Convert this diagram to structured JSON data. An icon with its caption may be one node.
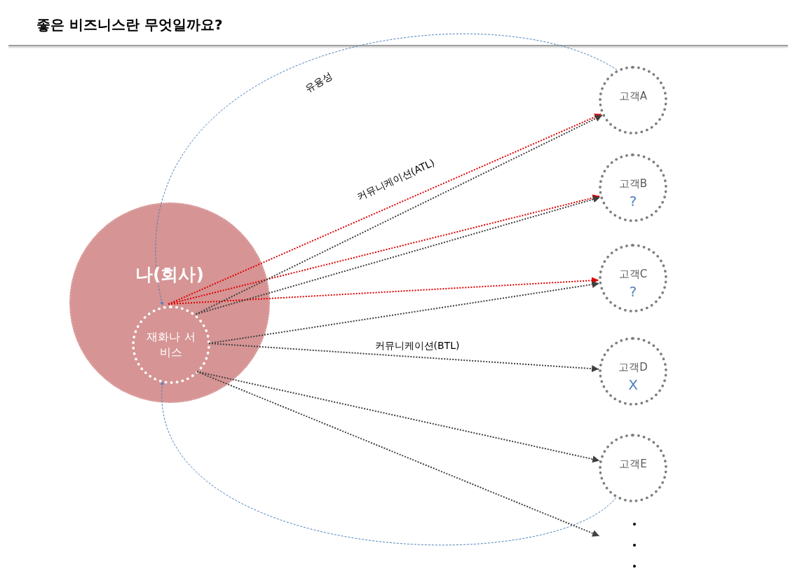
{
  "diagram": {
    "title": "좋은 비즈니스란 무엇일까요?",
    "nodes": [
      {
        "text": [
          "나(회사)"
        ]
      },
      {
        "text": [
          "재화나 서비스"
        ],
        "in": 0
      },
      {
        "text": [
          "고객A"
        ]
      },
      {
        "text": [
          "고객B",
          "?"
        ]
      },
      {
        "text": [
          "고객C",
          "?"
        ]
      },
      {
        "text": [
          "고객D",
          "X"
        ]
      },
      {
        "text": [
          "고객E"
        ]
      }
    ],
    "edges": [
      {
        "from": 1,
        "to": 2,
        "arrow": "to",
        "color": "#e00000",
        "label": "커뮤니케이션(ATL)"
      },
      {
        "from": 1,
        "to": 3,
        "arrow": "to",
        "color": "#e00000"
      },
      {
        "from": 1,
        "to": 4,
        "arrow": "to",
        "color": "#e00000"
      },
      {
        "from": 1,
        "to": 2,
        "arrow": "to"
      },
      {
        "from": 1,
        "to": 3,
        "arrow": "to"
      },
      {
        "from": 1,
        "to": 4,
        "arrow": "to"
      },
      {
        "from": 1,
        "to": 5,
        "arrow": "to",
        "label": "커뮤니케이션(BTL)"
      },
      {
        "from": 1,
        "to": 6,
        "arrow": "to"
      },
      {
        "from": 1,
        "to": null,
        "arrow": "to"
      },
      {
        "from": 2,
        "to": 1,
        "arrow": "to",
        "style": "dashed",
        "color": "#4f81bd",
        "label": "유용성"
      },
      {
        "from": 6,
        "to": 1,
        "arrow": "to",
        "style": "dashed",
        "color": "#4f81bd"
      }
    ]
  }
}
